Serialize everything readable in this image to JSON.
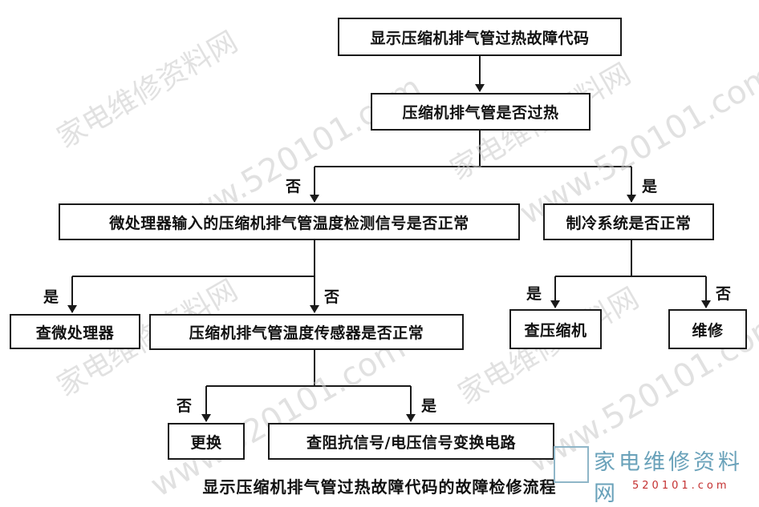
{
  "nodes": {
    "n1": "显示压缩机排气管过热故障代码",
    "n2": "压缩机排气管是否过热",
    "n3": "微处理器输入的压缩机排气管温度检测信号是否正常",
    "n4": "制冷系统是否正常",
    "n5": "查微处理器",
    "n6": "压缩机排气管温度传感器是否正常",
    "n7": "查压缩机",
    "n8": "维修",
    "n9": "更换",
    "n10": "查阻抗信号/电压信号变换电路"
  },
  "edge_labels": {
    "n2_n3": "否",
    "n2_n4": "是",
    "n3_n5": "是",
    "n3_n6": "否",
    "n4_n7": "是",
    "n4_n8": "否",
    "n6_n9": "否",
    "n6_n10": "是"
  },
  "caption": "显示压缩机排气管过热故障代码的故障检修流程",
  "watermark": {
    "cn": "家电维修资料网",
    "url": "www.520101.com"
  },
  "logo": {
    "text": "家电维修资料网",
    "url": "520101.com",
    "colors": {
      "text": "#6aa2ba",
      "url": "#c43030"
    }
  }
}
